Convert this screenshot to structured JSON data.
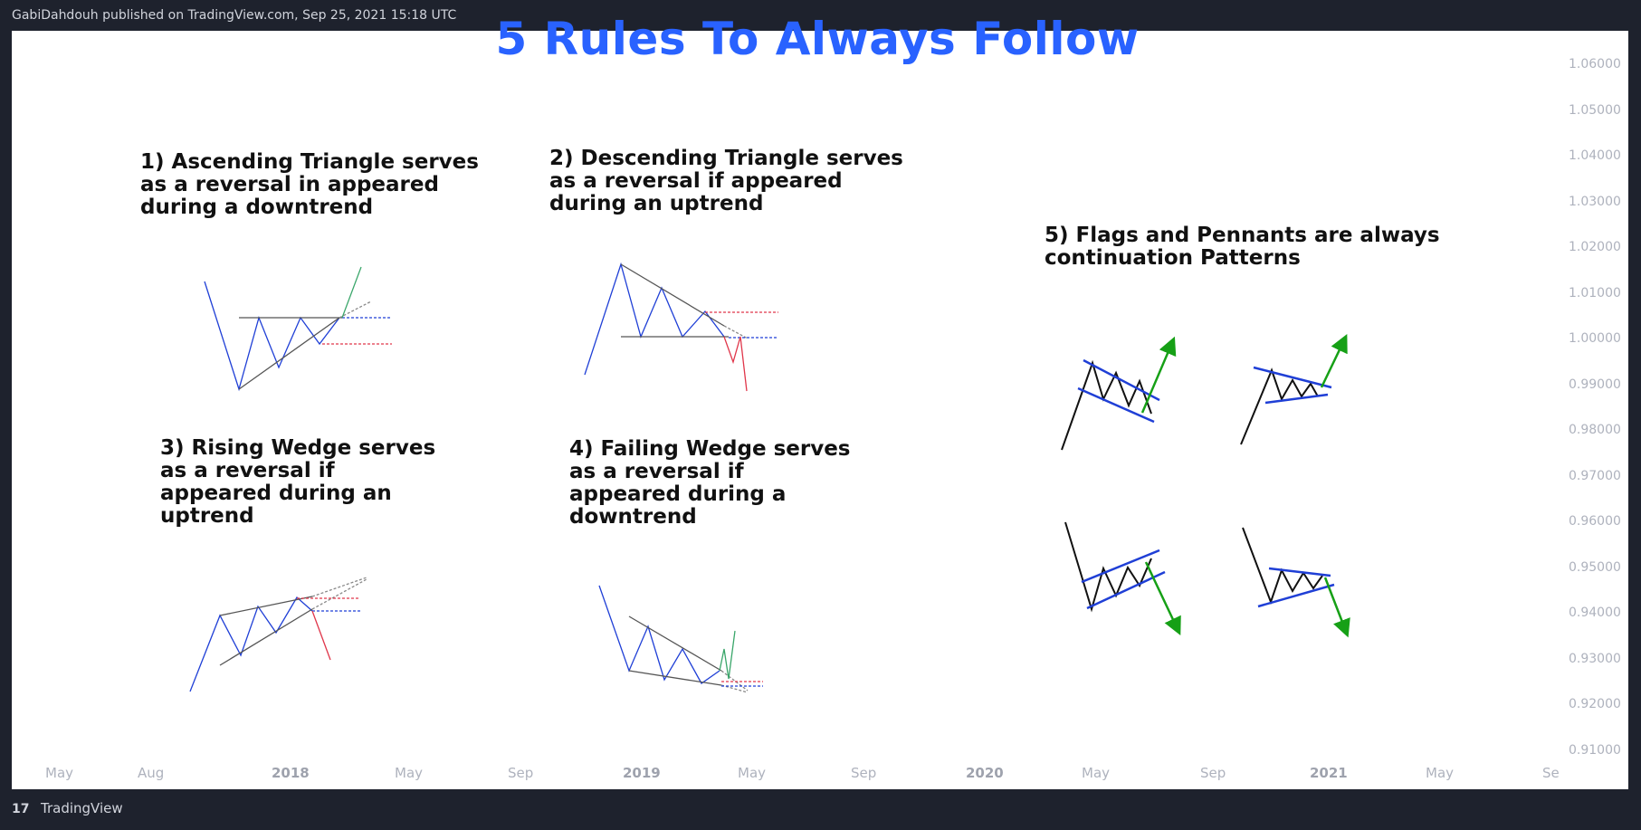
{
  "header": {
    "publisher_text": "GabiDahdouh published on TradingView.com, Sep 25, 2021 15:18 UTC"
  },
  "chart": {
    "title": "5 Rules To Always Follow",
    "title_color": "#2962ff",
    "rules": [
      {
        "label": "1) Ascending Triangle serves\nas a reversal in appeared\nduring a downtrend"
      },
      {
        "label": "2) Descending Triangle serves\nas a reversal if appeared\nduring an uptrend"
      },
      {
        "label": "3) Rising Wedge serves\nas a reversal if\nappeared during an\nuptrend"
      },
      {
        "label": "4) Failing Wedge serves\nas a reversal if\nappeared during a\ndowntrend"
      },
      {
        "label": "5) Flags and Pennants are always\ncontinuation Patterns"
      }
    ],
    "y_axis_ticks": [
      "1.06000",
      "1.05000",
      "1.04000",
      "1.03000",
      "1.02000",
      "1.01000",
      "1.00000",
      "0.99000",
      "0.98000",
      "0.97000",
      "0.96000",
      "0.95000",
      "0.94000",
      "0.93000",
      "0.92000",
      "0.91000"
    ],
    "x_axis_ticks": [
      "May",
      "Aug",
      "2018",
      "May",
      "Sep",
      "2019",
      "May",
      "Sep",
      "2020",
      "May",
      "Sep",
      "2021",
      "May",
      "Se"
    ],
    "x_axis_bold": [
      false,
      false,
      true,
      false,
      false,
      true,
      false,
      false,
      true,
      false,
      false,
      true,
      false,
      false
    ]
  },
  "footer": {
    "brand": "TradingView",
    "logo_mark": "17"
  },
  "colors": {
    "pattern_blue": "#1f3fd6",
    "pattern_black": "#111111",
    "breakout_green": "#16a016",
    "breakdown_red": "#e0364a"
  }
}
